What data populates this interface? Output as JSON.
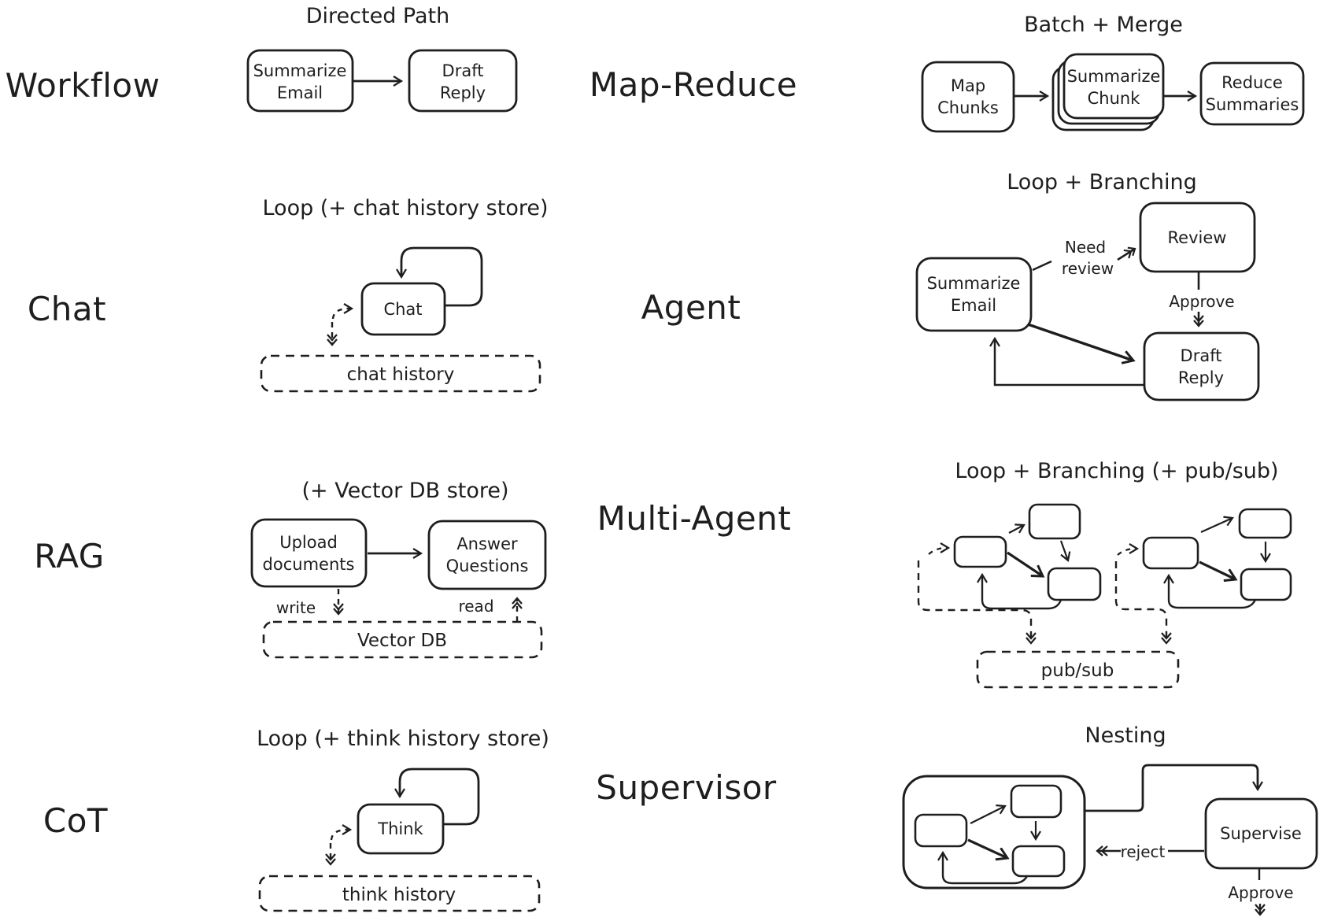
{
  "canvas": {
    "background": "#ffffff",
    "ink": "#1e1e1e"
  },
  "sections": {
    "workflow": {
      "label": "Workflow",
      "title": "Directed Path",
      "node1_line1": "Summarize",
      "node1_line2": "Email",
      "node2_line1": "Draft",
      "node2_line2": "Reply"
    },
    "chat": {
      "label": "Chat",
      "title": "Loop (+ chat history store)",
      "node": "Chat",
      "store": "chat history"
    },
    "rag": {
      "label": "RAG",
      "title": "(+ Vector DB store)",
      "node1_line1": "Upload",
      "node1_line2": "documents",
      "node2_line1": "Answer",
      "node2_line2": "Questions",
      "write_label": "write",
      "read_label": "read",
      "store": "Vector DB"
    },
    "cot": {
      "label": "CoT",
      "title": "Loop (+ think history store)",
      "node": "Think",
      "store": "think history"
    },
    "mapreduce": {
      "label": "Map-Reduce",
      "title": "Batch + Merge",
      "node1_line1": "Map",
      "node1_line2": "Chunks",
      "node2_line1": "Summarize",
      "node2_line2": "Chunk",
      "node3_line1": "Reduce",
      "node3_line2": "Summaries"
    },
    "agent": {
      "label": "Agent",
      "title": "Loop + Branching",
      "review_node": "Review",
      "need_line1": "Need",
      "need_line2": "review",
      "approve_label": "Approve",
      "node1_line1": "Summarize",
      "node1_line2": "Email",
      "node2_line1": "Draft",
      "node2_line2": "Reply"
    },
    "multiagent": {
      "label": "Multi-Agent",
      "title": "Loop + Branching (+ pub/sub)",
      "store": "pub/sub"
    },
    "supervisor": {
      "label": "Supervisor",
      "title": "Nesting",
      "supervise_node": "Supervise",
      "reject_label": "reject",
      "approve_label": "Approve"
    }
  }
}
